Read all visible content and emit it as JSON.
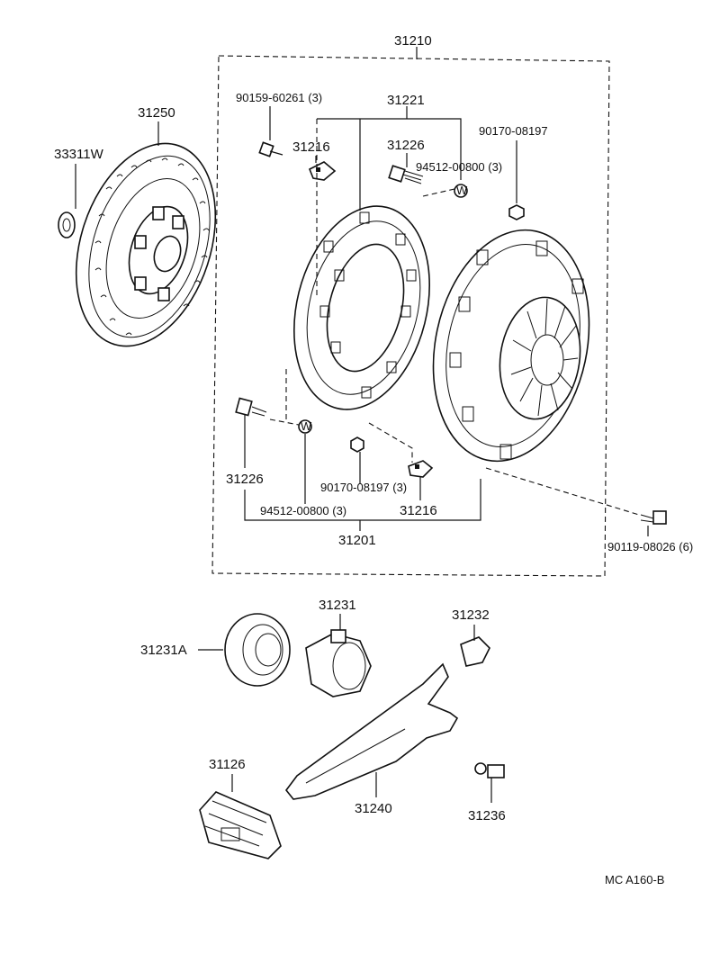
{
  "labels": {
    "p31210": "31210",
    "p31250": "31250",
    "p33311w": "33311W",
    "p90159": "90159-60261 (3)",
    "p31221": "31221",
    "p90170_top": "90170-08197",
    "p31216_top": "31216",
    "p31226_top": "31226",
    "p94512_top": "94512-00800 (3)",
    "p31226_bot": "31226",
    "p94512_bot": "94512-00800 (3)",
    "p90170_bot": "90170-08197 (3)",
    "p31216_bot": "31216",
    "p31201": "31201",
    "p90119": "90119-08026 (6)",
    "p31231": "31231",
    "p31232": "31232",
    "p31231a": "31231A",
    "p31126": "31126",
    "p31240": "31240",
    "p31236": "31236",
    "washer_mark": "W",
    "diagram_code": "MC  A160-B"
  }
}
